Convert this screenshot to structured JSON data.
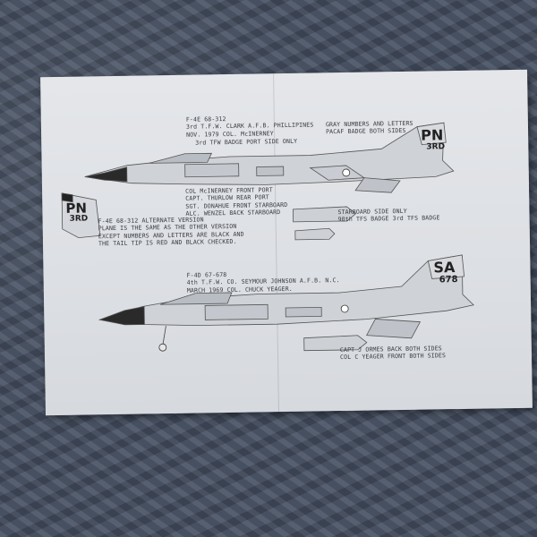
{
  "sheet": {
    "block1": {
      "line1": "F-4E 68-312",
      "line2": "3rd T.F.W. CLARK A.F.B. PHILLIPINES",
      "line3": "NOV. 1979 COL. McINERNEY",
      "line4": "3rd TFW BADGE PORT SIDE ONLY"
    },
    "block1_right": {
      "line1": "GRAY NUMBERS AND LETTERS",
      "line2": "PACAF BADGE BOTH SIDES"
    },
    "crew_notes": {
      "line1": "COL McINERNEY FRONT PORT",
      "line2": "CAPT. THURLOW REAR PORT",
      "line3": "SGT. DONAHUE FRONT STARBOARD",
      "line4": "ALC. WENZEL BACK STARBOARD"
    },
    "alt_version": {
      "line1": "F-4E 68-312 ALTERNATE VERSION",
      "line2": "PLANE IS THE SAME AS THE OTHER VERSION",
      "line3": "EXCEPT NUMBERS AND LETTERS ARE BLACK AND",
      "line4": "THE TAIL TIP IS RED AND BLACK CHECKED."
    },
    "starboard_note": {
      "line1": "STARBOARD SIDE ONLY",
      "line2": "90th TFS BADGE 3rd TFS BADGE"
    },
    "block2": {
      "line1": "F-4D 67-678",
      "line2": "4th T.F.W. CO. SEYMOUR JOHNSON A.F.B. N.C.",
      "line3": "MARCH 1969 COL. CHUCK YEAGER."
    },
    "crew_notes2": {
      "line1": "CAPT J ORMES BACK BOTH SIDES",
      "line2": "COL C YEAGER FRONT BOTH SIDES"
    },
    "tail_codes": {
      "pn_top": "PN",
      "rd_top": "3RD",
      "pn_alt": "PN",
      "rd_alt": "3RD",
      "sa": "SA",
      "serial": "678"
    }
  },
  "colors": {
    "blanket": "#465062",
    "paper": "#e0e2e6",
    "ink": "#3a3d44"
  }
}
